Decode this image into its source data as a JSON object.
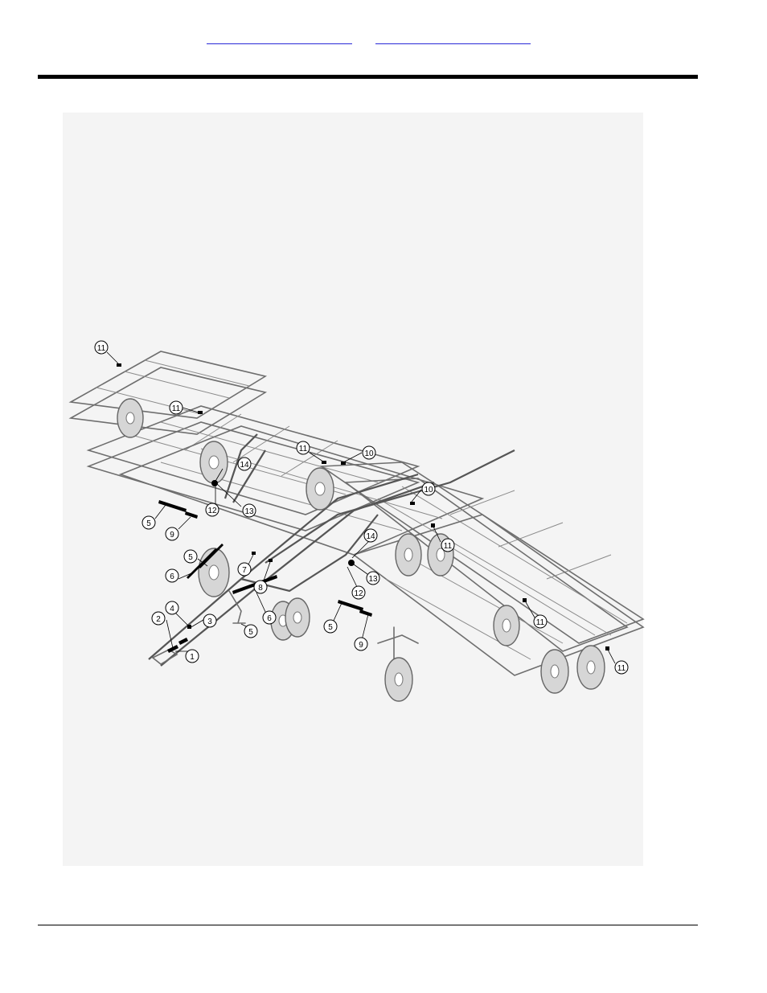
{
  "header": {
    "link_a": "",
    "link_b": ""
  },
  "diagram": {
    "callouts": [
      {
        "id": "c11a",
        "label": "11"
      },
      {
        "id": "c11b",
        "label": "11"
      },
      {
        "id": "c11c",
        "label": "11"
      },
      {
        "id": "c10a",
        "label": "10"
      },
      {
        "id": "c10b",
        "label": "10"
      },
      {
        "id": "c14a",
        "label": "14"
      },
      {
        "id": "c12a",
        "label": "12"
      },
      {
        "id": "c13a",
        "label": "13"
      },
      {
        "id": "c5a",
        "label": "5"
      },
      {
        "id": "c9a",
        "label": "9"
      },
      {
        "id": "c5b",
        "label": "5"
      },
      {
        "id": "c6a",
        "label": "6"
      },
      {
        "id": "c7a",
        "label": "7"
      },
      {
        "id": "c8a",
        "label": "8"
      },
      {
        "id": "c4a",
        "label": "4"
      },
      {
        "id": "c2a",
        "label": "2"
      },
      {
        "id": "c3a",
        "label": "3"
      },
      {
        "id": "c1a",
        "label": "1"
      },
      {
        "id": "c6b",
        "label": "6"
      },
      {
        "id": "c5c",
        "label": "5"
      },
      {
        "id": "c14b",
        "label": "14"
      },
      {
        "id": "c13b",
        "label": "13"
      },
      {
        "id": "c12b",
        "label": "12"
      },
      {
        "id": "c11d",
        "label": "11"
      },
      {
        "id": "c5d",
        "label": "5"
      },
      {
        "id": "c9b",
        "label": "9"
      },
      {
        "id": "c11e",
        "label": "11"
      },
      {
        "id": "c11f",
        "label": "11"
      }
    ]
  }
}
